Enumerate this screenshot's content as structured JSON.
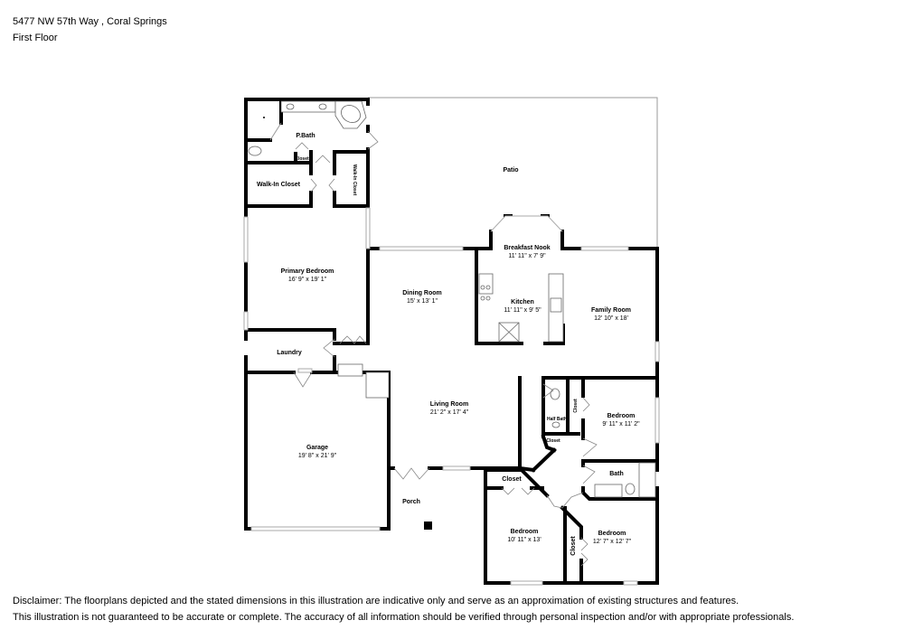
{
  "header": {
    "address": "5477 NW 57th Way , Coral Springs",
    "floor": "First Floor"
  },
  "rooms": {
    "patio": {
      "name": "Patio"
    },
    "pbath": {
      "name": "P.Bath"
    },
    "pbath_closet": {
      "name": "Closet"
    },
    "walkin_closet": {
      "name": "Walk-In Closet"
    },
    "walkin_closet_2": {
      "name": "Walk-In Closet"
    },
    "primary_bedroom": {
      "name": "Primary Bedroom",
      "dims": "16' 9\" x 19' 1\""
    },
    "laundry": {
      "name": "Laundry"
    },
    "garage": {
      "name": "Garage",
      "dims": "19' 8\" x 21' 9\""
    },
    "porch": {
      "name": "Porch"
    },
    "dining_room": {
      "name": "Dining Room",
      "dims": "15' x 13' 1\""
    },
    "breakfast_nook": {
      "name": "Breakfast Nook",
      "dims": "11' 11\" x 7' 9\""
    },
    "kitchen": {
      "name": "Kitchen",
      "dims": "11' 11\" x 9' 5\""
    },
    "family_room": {
      "name": "Family Room",
      "dims": "12' 10\" x 18'"
    },
    "living_room": {
      "name": "Living Room",
      "dims": "21' 2\" x 17' 4\""
    },
    "half_bath": {
      "name": "Half Bath"
    },
    "hall_closet": {
      "name": "Closet"
    },
    "bedroom_closet_1": {
      "name": "Closet"
    },
    "bedroom_1": {
      "name": "Bedroom",
      "dims": "9' 11\" x 11' 2\""
    },
    "bath": {
      "name": "Bath"
    },
    "closet_2": {
      "name": "Closet"
    },
    "bedroom_2": {
      "name": "Bedroom",
      "dims": "10' 11\" x 13'"
    },
    "closet_3": {
      "name": "Closet"
    },
    "bedroom_3": {
      "name": "Bedroom",
      "dims": "12' 7\" x 12' 7\""
    }
  },
  "disclaimer": {
    "line1": "Disclaimer: The floorplans depicted and the stated dimensions in this illustration are indicative only and serve as an approximation of existing structures and features.",
    "line2": "This illustration is not guaranteed to be accurate or complete. The accuracy of all information should be verified through personal inspection and/or with appropriate professionals."
  },
  "colors": {
    "wall": "#000000",
    "background": "#ffffff",
    "fixture": "#666666"
  }
}
